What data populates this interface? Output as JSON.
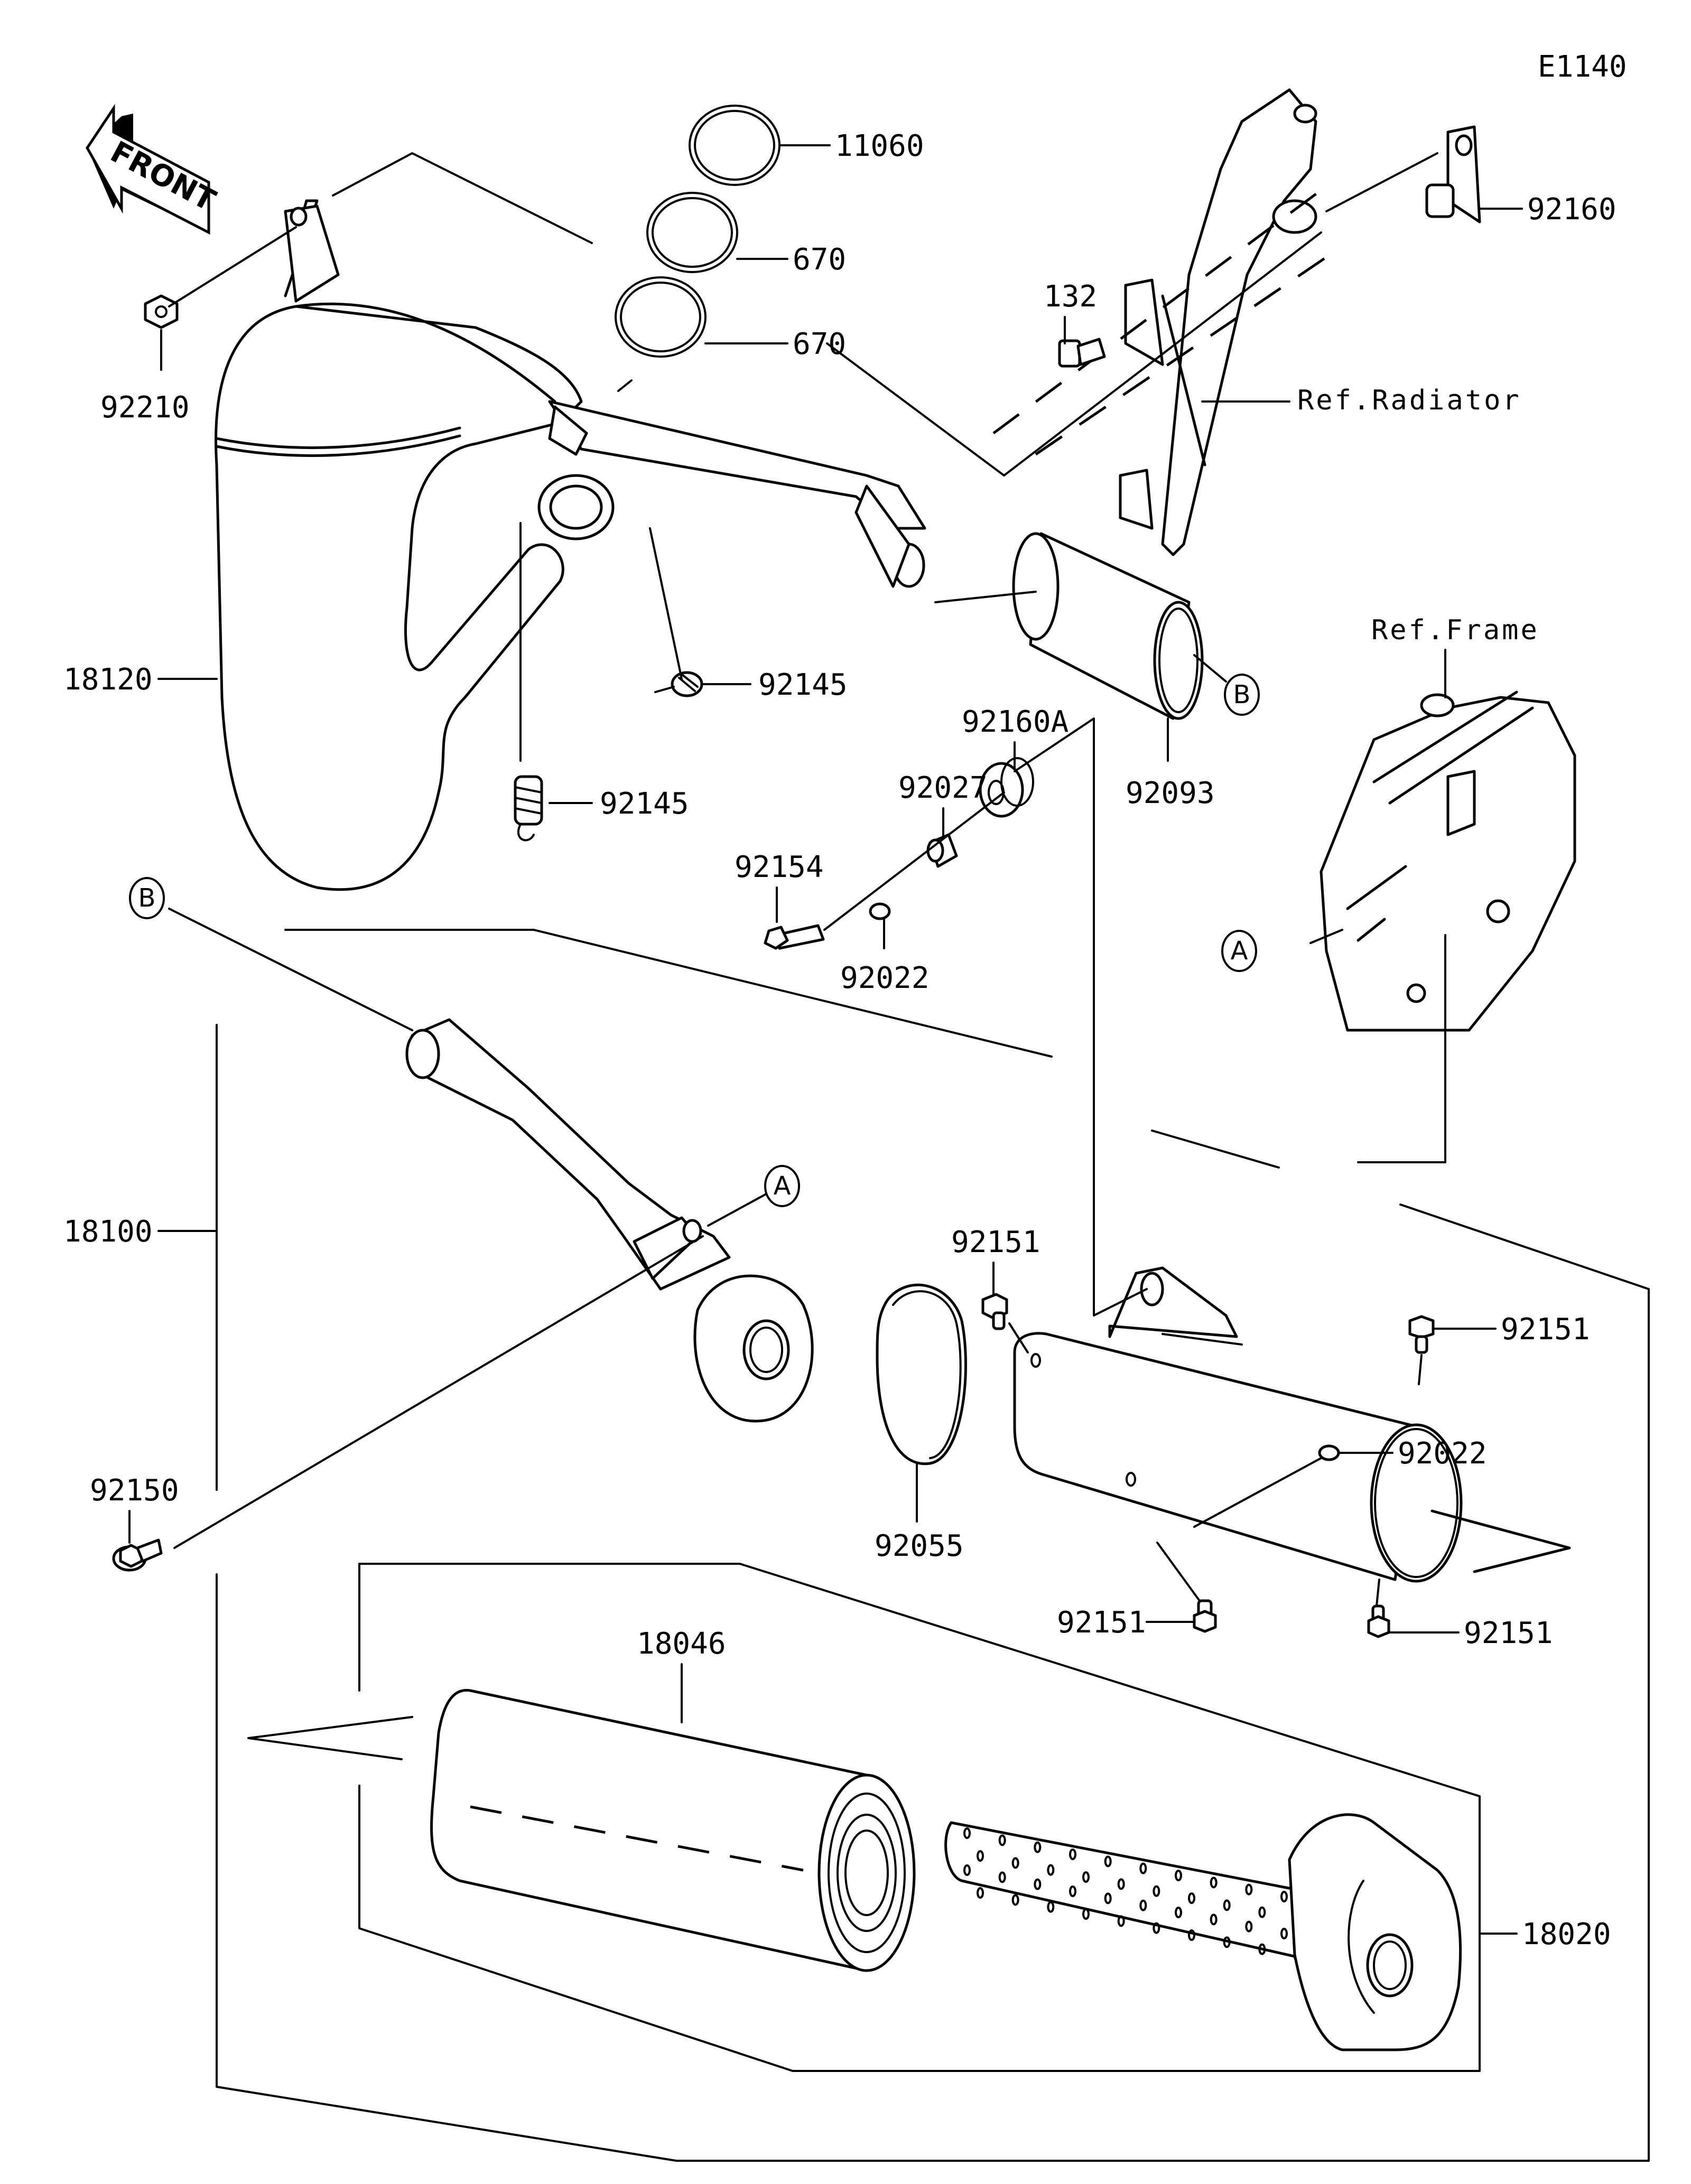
{
  "diagram": {
    "code": "E1140",
    "front_label": "FRONT",
    "references": {
      "radiator": "Ref.Radiator",
      "frame": "Ref.Frame"
    },
    "markers": [
      "A",
      "B"
    ],
    "parts": [
      {
        "number": "11060",
        "name": "gasket-ring-large"
      },
      {
        "number": "670",
        "name": "o-ring-upper"
      },
      {
        "number": "670",
        "name": "o-ring-lower"
      },
      {
        "number": "92160",
        "name": "damper-bracket"
      },
      {
        "number": "132",
        "name": "bolt"
      },
      {
        "number": "92210",
        "name": "nut"
      },
      {
        "number": "18120",
        "name": "exhaust-chamber"
      },
      {
        "number": "92145",
        "name": "spring-upper"
      },
      {
        "number": "92145",
        "name": "spring-lower"
      },
      {
        "number": "92093",
        "name": "joint-sleeve"
      },
      {
        "number": "92160A",
        "name": "damper-grommet"
      },
      {
        "number": "92027",
        "name": "collar"
      },
      {
        "number": "92154",
        "name": "mount-bolt"
      },
      {
        "number": "92022",
        "name": "washer-upper"
      },
      {
        "number": "92022",
        "name": "washer-lower"
      },
      {
        "number": "18100",
        "name": "muffler-assembly"
      },
      {
        "number": "92151",
        "name": "bolt-top-left"
      },
      {
        "number": "92151",
        "name": "bolt-top-right"
      },
      {
        "number": "92151",
        "name": "bolt-bottom-center"
      },
      {
        "number": "92151",
        "name": "bolt-bottom-right"
      },
      {
        "number": "92150",
        "name": "flange-bolt"
      },
      {
        "number": "92055",
        "name": "muffler-gasket"
      },
      {
        "number": "18046",
        "name": "silencer-body"
      },
      {
        "number": "18020",
        "name": "spark-arrester-assembly"
      }
    ]
  }
}
